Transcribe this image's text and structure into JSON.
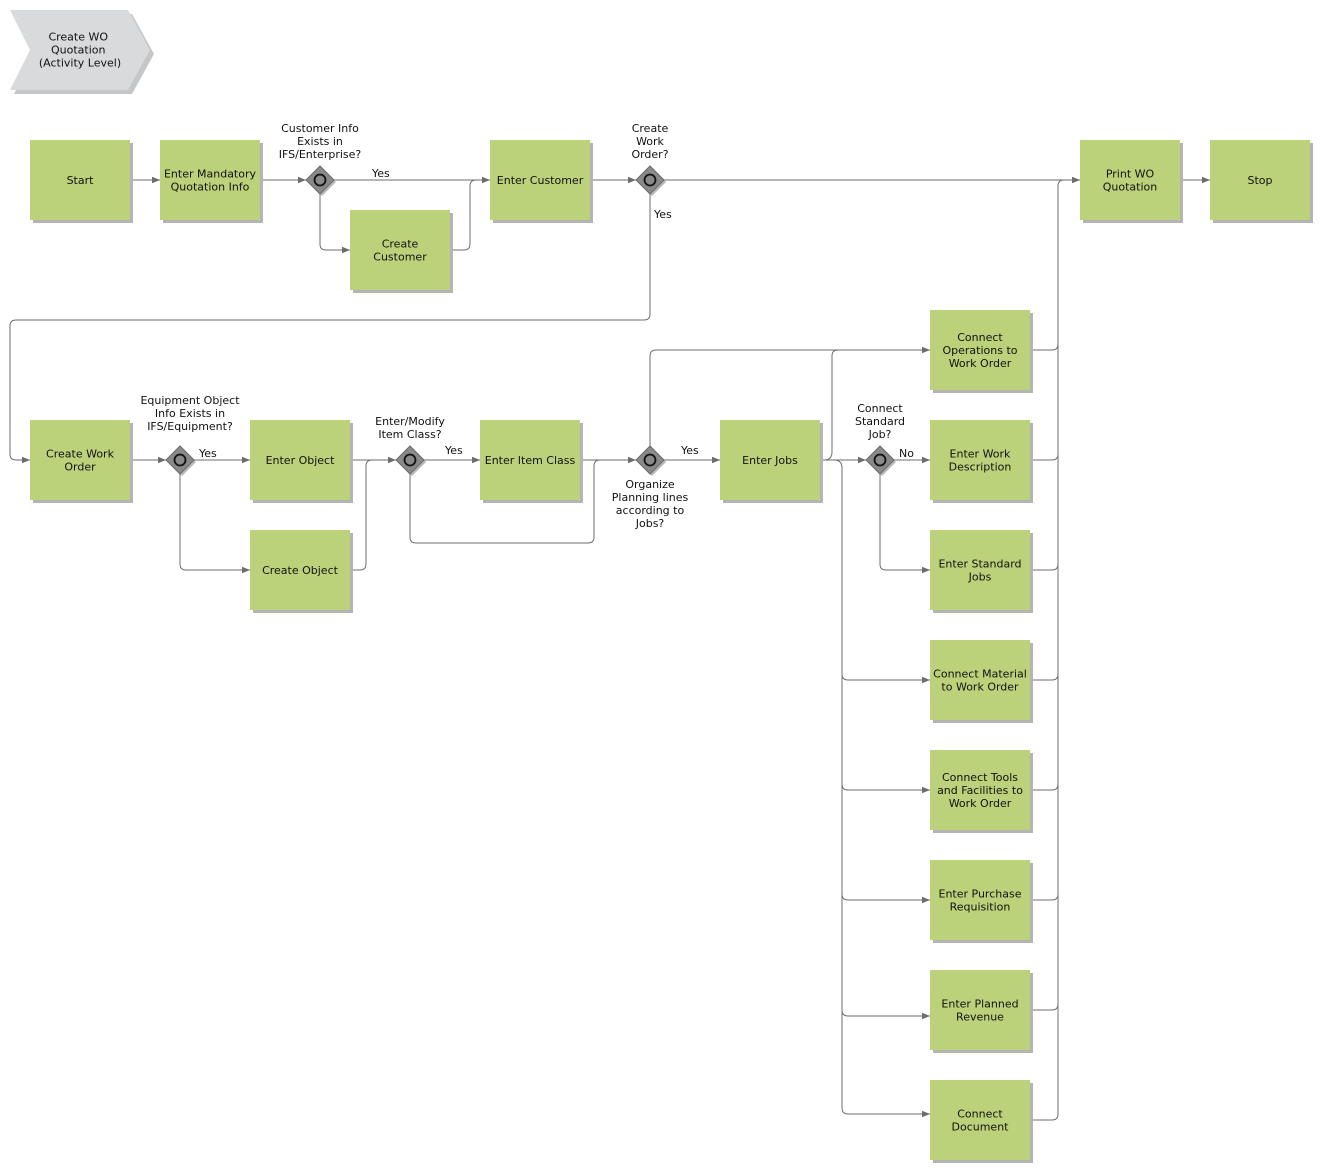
{
  "header": {
    "lines": [
      "Create WO",
      "Quotation",
      "(Activity Level)"
    ]
  },
  "activities": {
    "start": [
      "Start"
    ],
    "enter_mandatory": [
      "Enter Mandatory",
      "Quotation Info"
    ],
    "enter_customer": [
      "Enter Customer"
    ],
    "create_customer": [
      "Create",
      "Customer"
    ],
    "print_wo": [
      "Print WO",
      "Quotation"
    ],
    "stop": [
      "Stop"
    ],
    "create_work_order": [
      "Create Work",
      "Order"
    ],
    "enter_object": [
      "Enter Object"
    ],
    "create_object": [
      "Create Object"
    ],
    "enter_item_class": [
      "Enter Item Class"
    ],
    "enter_jobs": [
      "Enter Jobs"
    ],
    "connect_operations": [
      "Connect",
      "Operations to",
      "Work Order"
    ],
    "enter_work_description": [
      "Enter Work",
      "Description"
    ],
    "enter_standard_jobs": [
      "Enter Standard",
      "Jobs"
    ],
    "connect_material": [
      "Connect Material",
      "to Work Order"
    ],
    "connect_tools": [
      "Connect Tools",
      "and Facilities to",
      "Work Order"
    ],
    "enter_purchase_requisition": [
      "Enter Purchase",
      "Requisition"
    ],
    "enter_planned_revenue": [
      "Enter Planned",
      "Revenue"
    ],
    "connect_document": [
      "Connect",
      "Document"
    ]
  },
  "gateways": {
    "customer_info": [
      "Customer Info",
      "Exists in",
      "IFS/Enterprise?"
    ],
    "create_work_order_q": [
      "Create",
      "Work",
      "Order?"
    ],
    "equipment_info": [
      "Equipment Object",
      "Info Exists in",
      "IFS/Equipment?"
    ],
    "item_class_q": [
      "Enter/Modify",
      "Item Class?"
    ],
    "organize_q": [
      "Organize",
      "Planning lines",
      "according to",
      "Jobs?"
    ],
    "standard_job_q": [
      "Connect",
      "Standard",
      "Job?"
    ]
  },
  "edge_labels": {
    "yes": "Yes",
    "no": "No"
  },
  "colors": {
    "activity_fill": "#bcd27a",
    "activity_shadow": "#b4b4b4",
    "gateway_fill": "#8a8a8a",
    "edge": "#6d6d6d",
    "header_fill": "#d9dadb"
  }
}
